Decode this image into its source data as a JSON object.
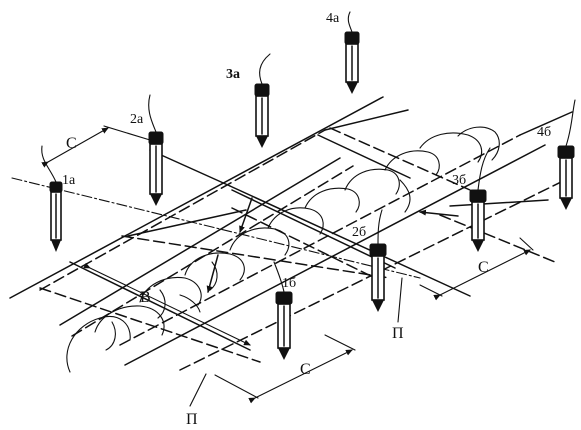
{
  "diagram": {
    "probe_labels": {
      "p1a": "1а",
      "p2a": "2а",
      "p3a": "3а",
      "p4a": "4а",
      "p1b": "1б",
      "p2b": "2б",
      "p3b": "3б",
      "p4b": "4б"
    },
    "dimension_labels": {
      "c_top_left": "С",
      "c_bottom": "С",
      "c_right": "С",
      "b_width": "В"
    },
    "boundary_labels": {
      "p_bottom": "П",
      "p_right": "П"
    }
  }
}
